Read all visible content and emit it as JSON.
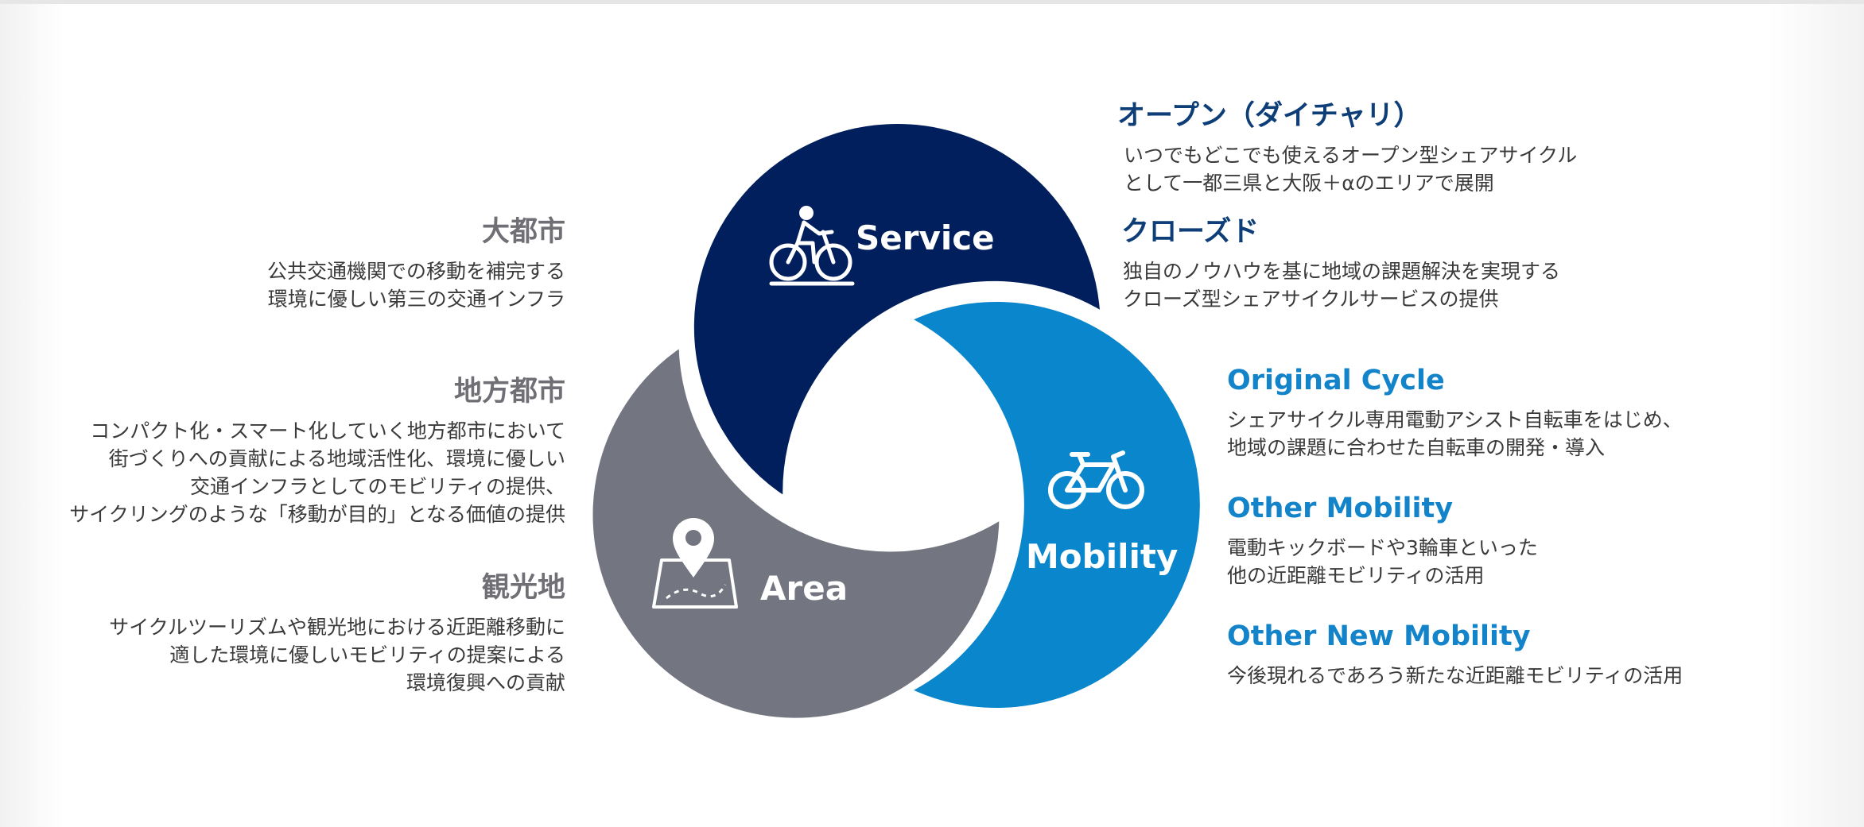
{
  "diagram": {
    "segments": [
      {
        "key": "service",
        "label": "Service",
        "icon": "cyclist-icon",
        "color": "#001f5c"
      },
      {
        "key": "mobility",
        "label": "Mobility",
        "icon": "bicycle-icon",
        "color": "#0a86cc"
      },
      {
        "key": "area",
        "label": "Area",
        "icon": "map-pin-icon",
        "color": "#737580"
      }
    ]
  },
  "area_items": [
    {
      "title": "大都市",
      "body": "公共交通機関での移動を補完する\n環境に優しい第三の交通インフラ"
    },
    {
      "title": "地方都市",
      "body": "コンパクト化・スマート化していく地方都市において\n街づくりへの貢献による地域活性化、環境に優しい\n交通インフラとしてのモビリティの提供、\nサイクリングのような「移動が目的」となる価値の提供"
    },
    {
      "title": "観光地",
      "body": "サイクルツーリズムや観光地における近距離移動に\n適した環境に優しいモビリティの提案による\n環境復興への貢献"
    }
  ],
  "service_items": [
    {
      "title": "オープン（ダイチャリ）",
      "body": "いつでもどこでも使えるオープン型シェアサイクル\nとして一都三県と大阪＋αのエリアで展開"
    },
    {
      "title": "クローズド",
      "body": "独自のノウハウを基に地域の課題解決を実現する\nクローズ型シェアサイクルサービスの提供"
    }
  ],
  "mobility_items": [
    {
      "title": "Original Cycle",
      "body": "シェアサイクル専用電動アシスト自転車をはじめ、\n地域の課題に合わせた自転車の開発・導入"
    },
    {
      "title": "Other Mobility",
      "body": "電動キックボードや3輪車といった\n他の近距離モビリティの活用"
    },
    {
      "title": "Other New Mobility",
      "body": "今後現れるであろう新たな近距離モビリティの活用"
    }
  ]
}
